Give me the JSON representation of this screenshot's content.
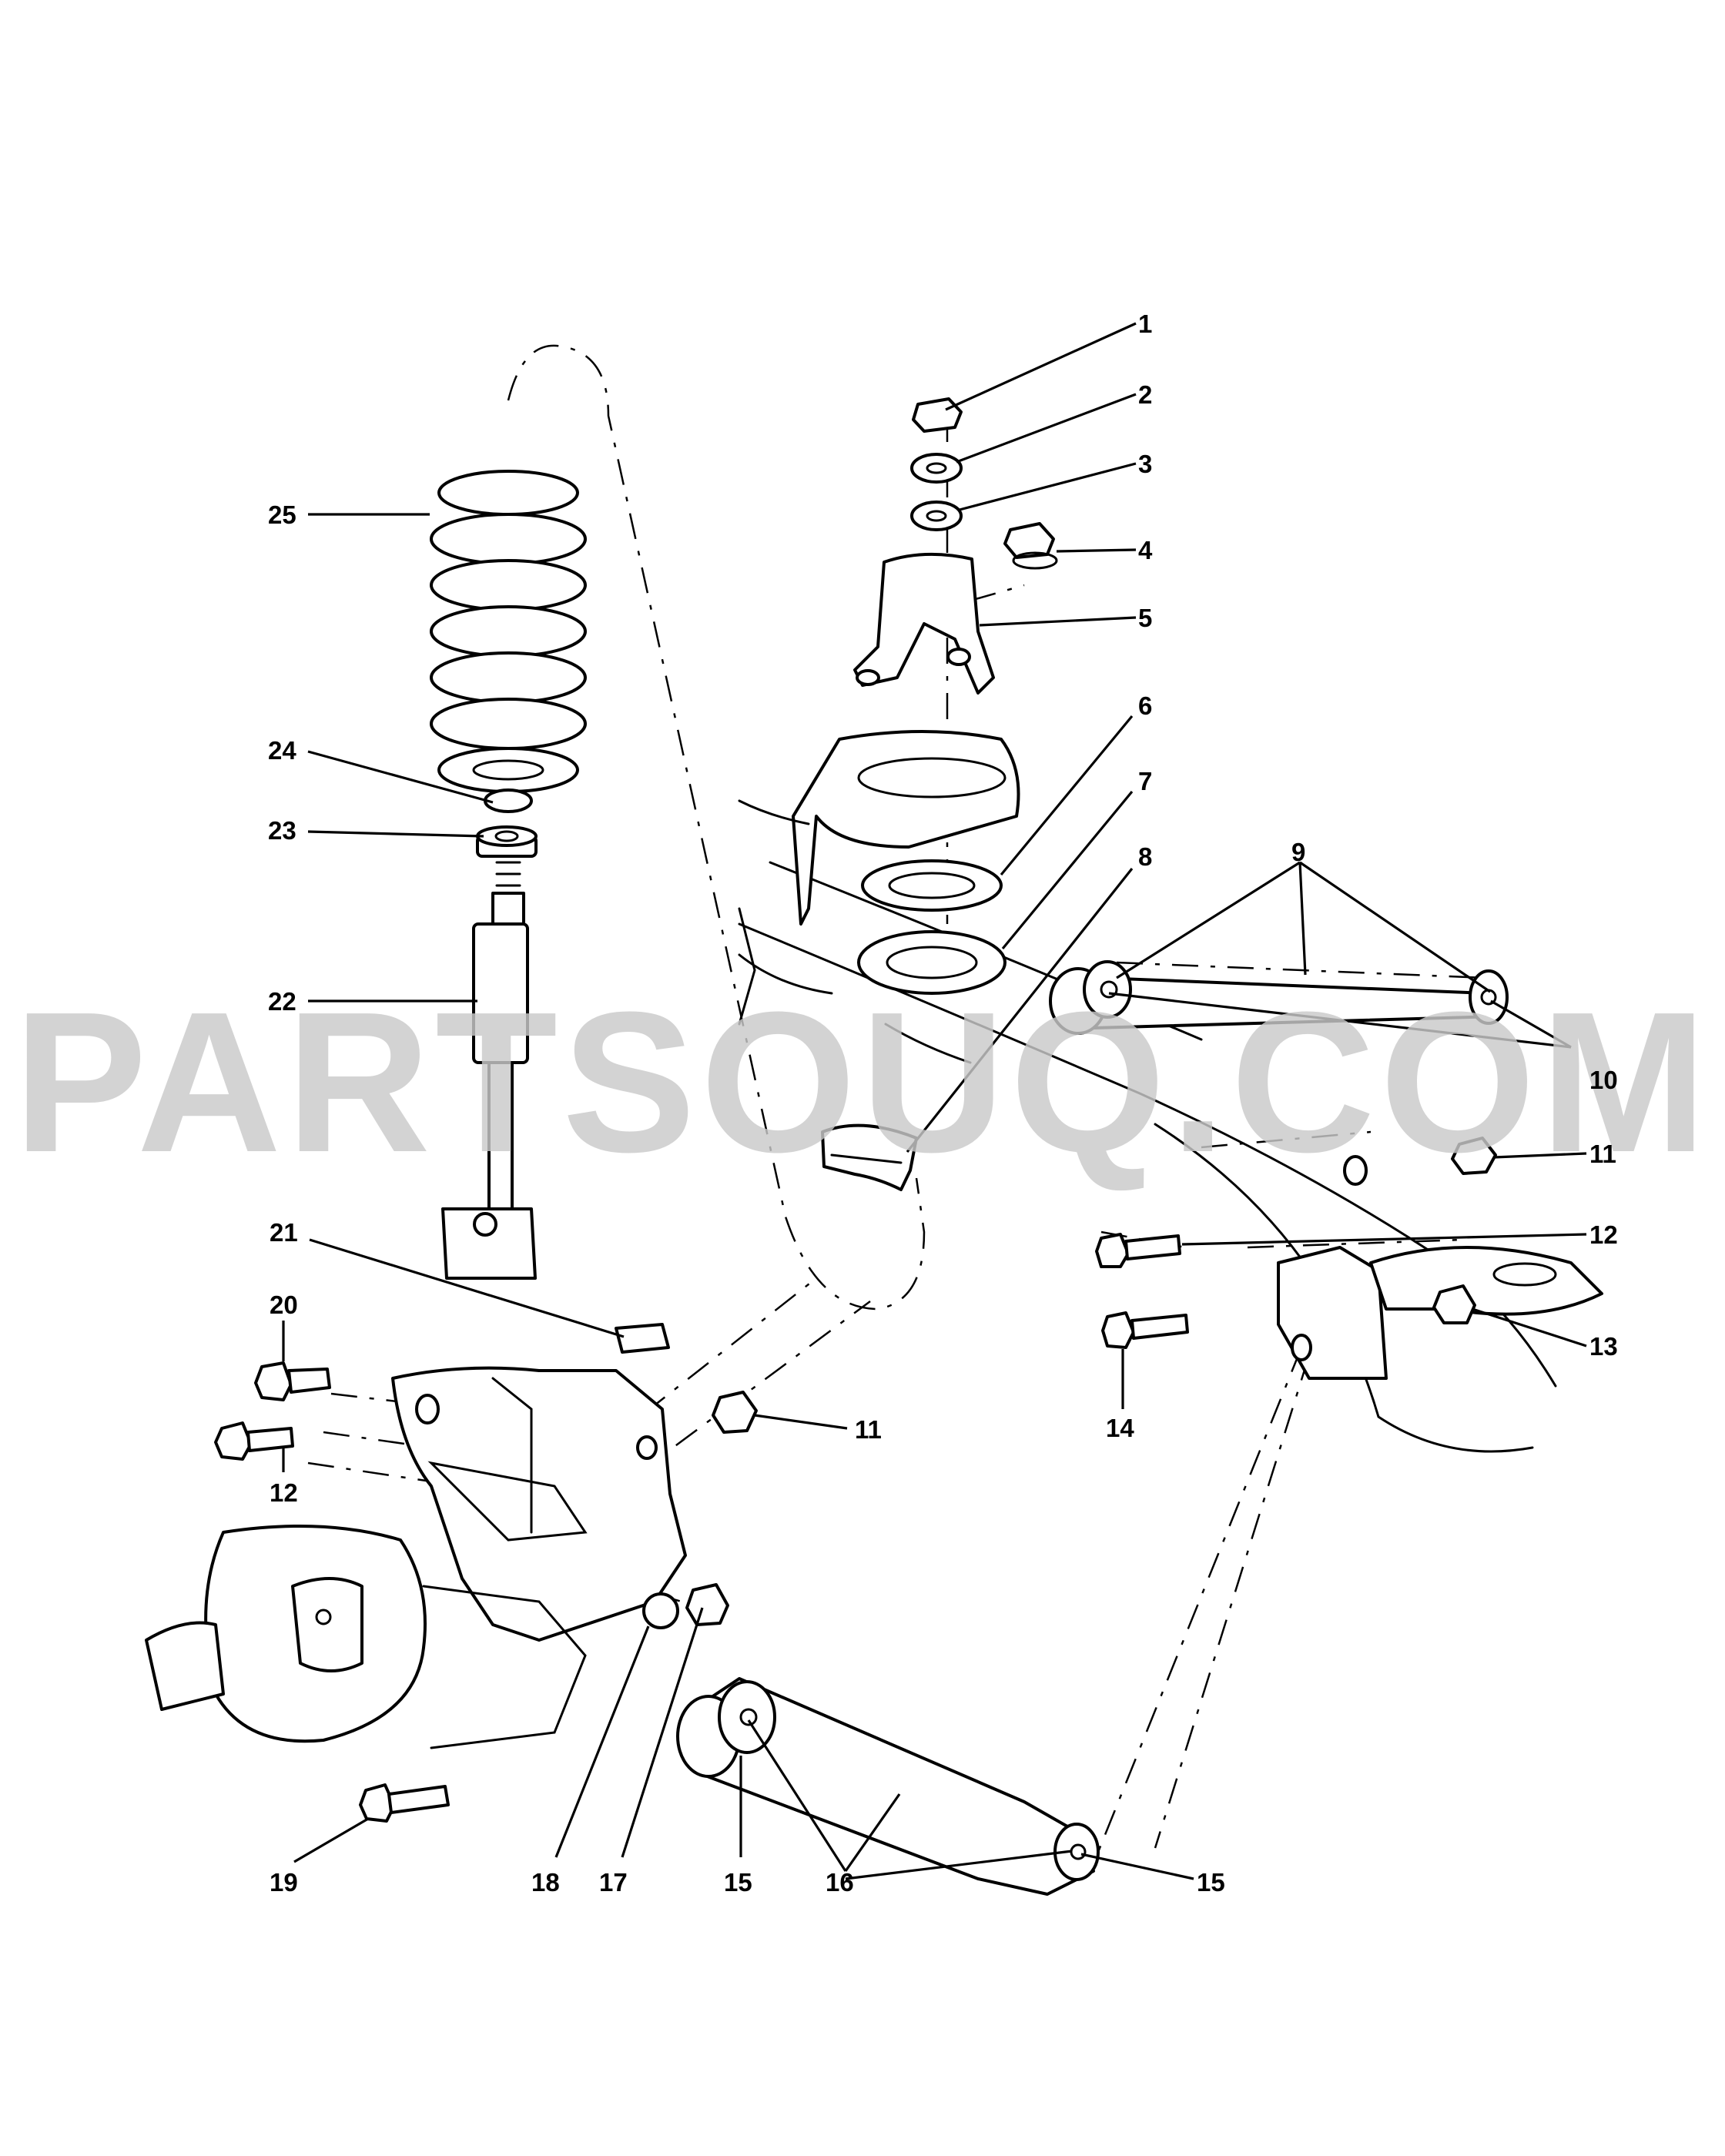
{
  "watermark": "PARTSOUQ.COM",
  "callouts": {
    "c1": "1",
    "c2": "2",
    "c3": "3",
    "c4": "4",
    "c5": "5",
    "c6": "6",
    "c7": "7",
    "c8": "8",
    "c9": "9",
    "c10": "10",
    "c11a": "11",
    "c11b": "11",
    "c12a": "12",
    "c12b": "12",
    "c13": "13",
    "c14": "14",
    "c15a": "15",
    "c15b": "15",
    "c16": "16",
    "c17": "17",
    "c18": "18",
    "c19": "19",
    "c20": "20",
    "c21": "21",
    "c22": "22",
    "c23": "23",
    "c24": "24",
    "c25": "25"
  }
}
